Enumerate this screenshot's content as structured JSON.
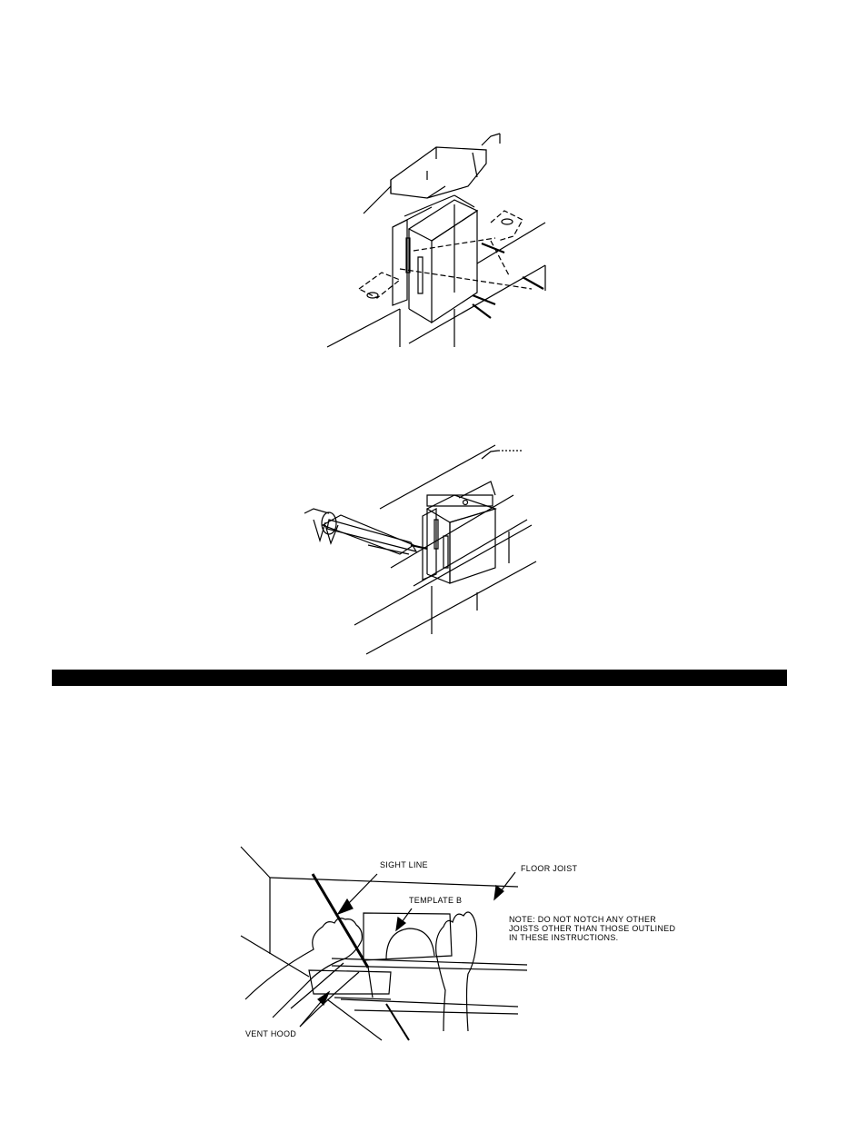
{
  "figure3": {
    "labels": {
      "sight_line": "SIGHT LINE",
      "floor_joist": "FLOOR JOIST",
      "template": "TEMPLATE B",
      "vent_hood": "VENT HOOD"
    },
    "note": [
      "NOTE: DO NOT NOTCH ANY OTHER",
      "JOISTS OTHER THAN THOSE OUTLINED",
      "IN THESE INSTRUCTIONS."
    ]
  }
}
